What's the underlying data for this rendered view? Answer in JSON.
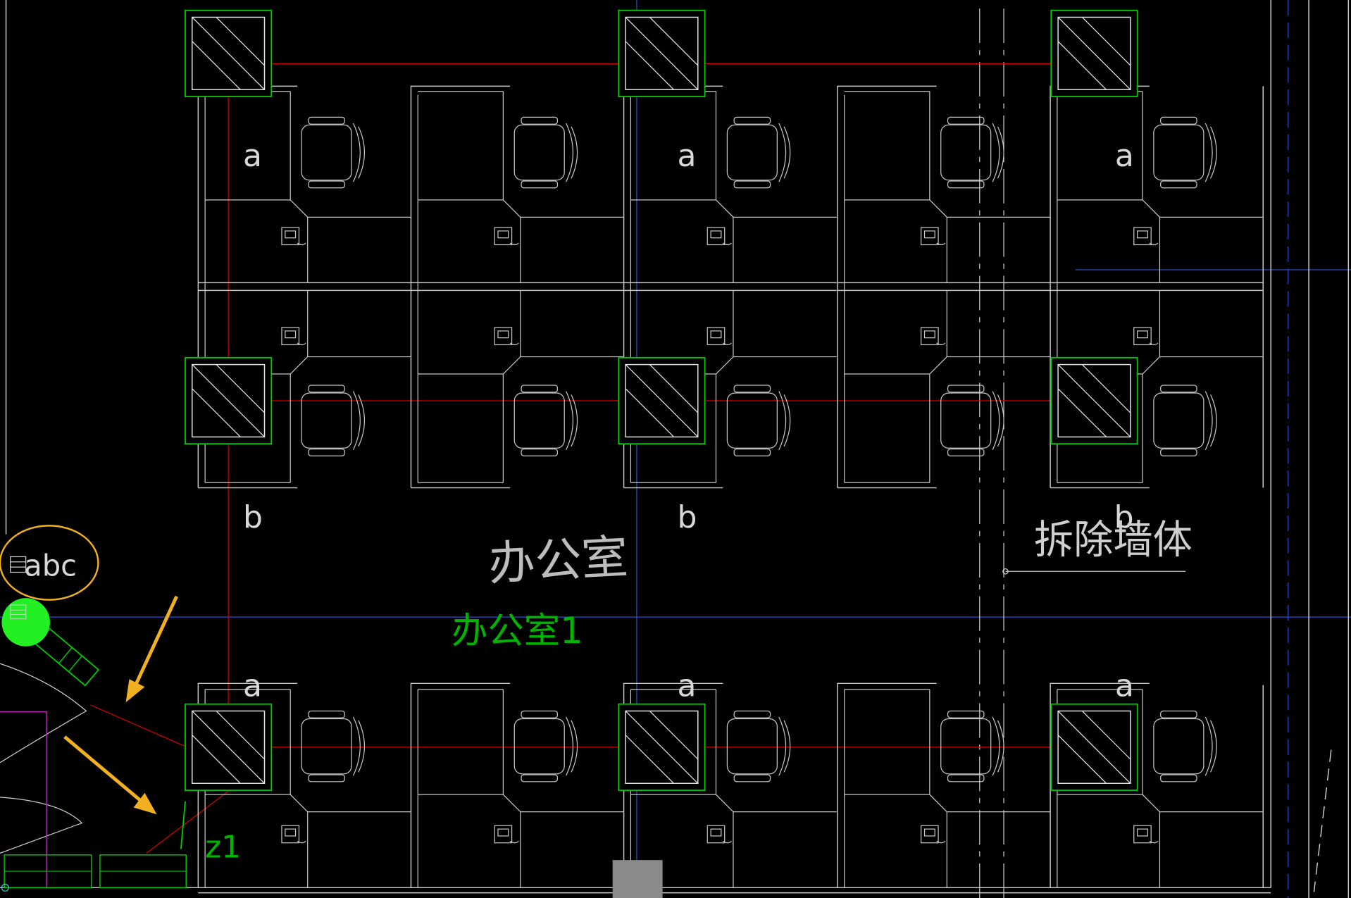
{
  "colors": {
    "background": "#000000",
    "furniture": "#c8c8c8",
    "column": "#00c800",
    "column_hatch": "#e6e6e6",
    "axis": "#d40000",
    "room_label": "#bdbdbd",
    "room_tag": "#00b400",
    "circle_annotation": "#f0b020",
    "arrow": "#f0b020",
    "guide_blue": "#3050c8",
    "magenta": "#c020c0",
    "grey_block": "#8a8a8a"
  },
  "labels": {
    "a": "a",
    "b": "b",
    "abc": "abc",
    "room_name": "办公室",
    "room_tag": "办公室1",
    "demolish_wall": "拆除墙体",
    "column_tag": "z1"
  }
}
